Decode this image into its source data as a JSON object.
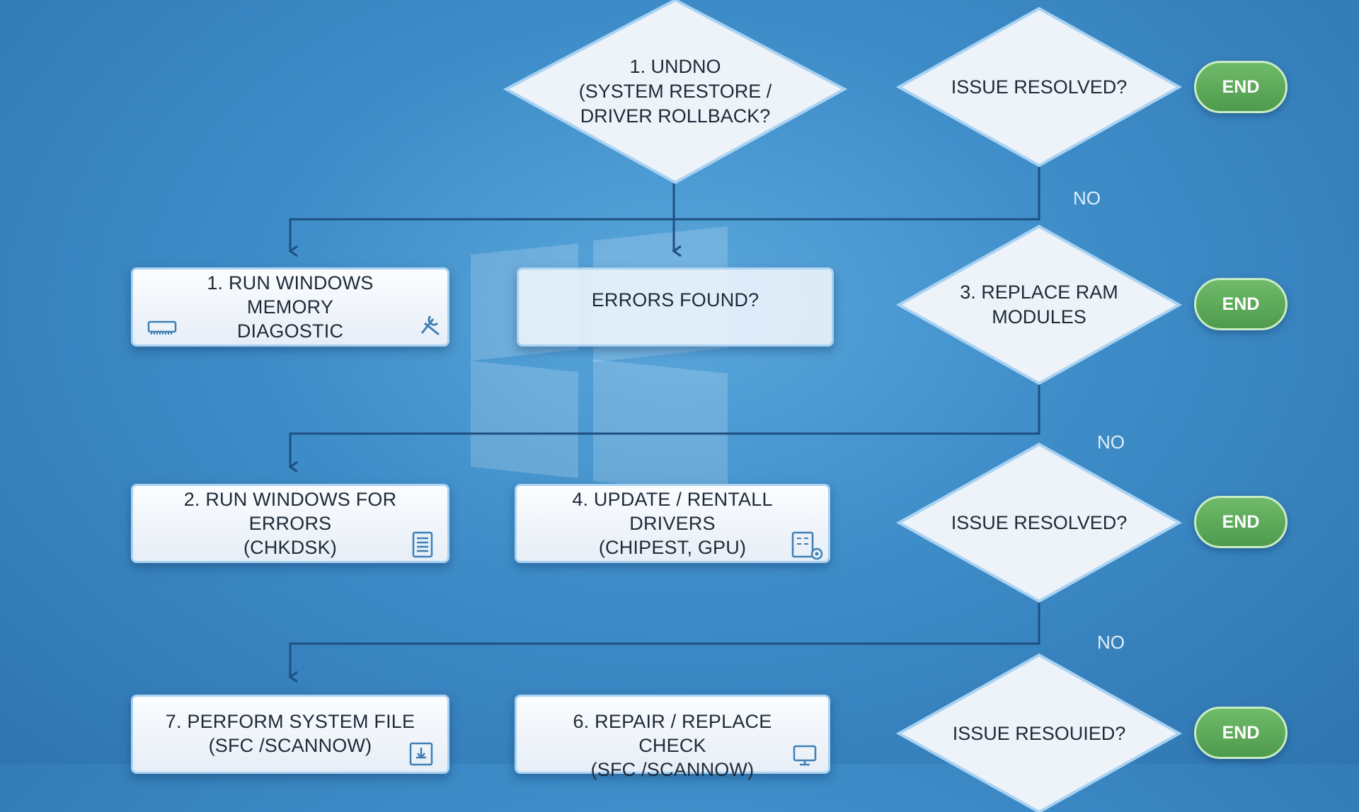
{
  "decisions": {
    "undo": "1. UNDNO\n(SYSTEM RESTORE /\nDRIVER ROLLBACK?",
    "resolved_1": "ISSUE RESOLVED?",
    "replace_ram": "3. REPLACE RAM\nMODULES",
    "resolved_2": "ISSUE RESOLVED?",
    "resolved_3": "ISSUE RESOUIED?"
  },
  "steps": {
    "memory_diag": "1. RUN WINDOWS MEMORY\nDIAGOSTIC",
    "errors_found": "ERRORS FOUND?",
    "chkdsk": "2. RUN WINDOWS FOR ERRORS\n(CHKDSK)",
    "update_drivers": "4. UPDATE / RENTALL DRIVERS\n(CHIPEST, GPU)",
    "sfc": "7. PERFORM SYSTEM FILE\n(SFC /SCANNOW)",
    "repair": "6. REPAIR / REPLACE CHECK\n(SFC /SCANNOW)"
  },
  "terminals": {
    "end_1": "END",
    "end_2": "END",
    "end_3": "END",
    "end_4": "END"
  },
  "edge_labels": {
    "no_1": "NO",
    "no_2": "NO",
    "no_3": "NO"
  },
  "icons": {
    "memory_diag": "ram-module-icon",
    "memory_diag_tool": "wrench-screwdriver-icon",
    "chkdsk": "document-list-icon",
    "update_drivers": "driver-chip-gear-icon",
    "sfc": "file-scan-icon",
    "repair": "monitor-icon",
    "background": "windows-logo-icon"
  },
  "colors": {
    "background": "#3d8cc8",
    "connector": "#1f4f82",
    "end_fill": "#5aa755",
    "box_border": "#a9d2f2"
  }
}
